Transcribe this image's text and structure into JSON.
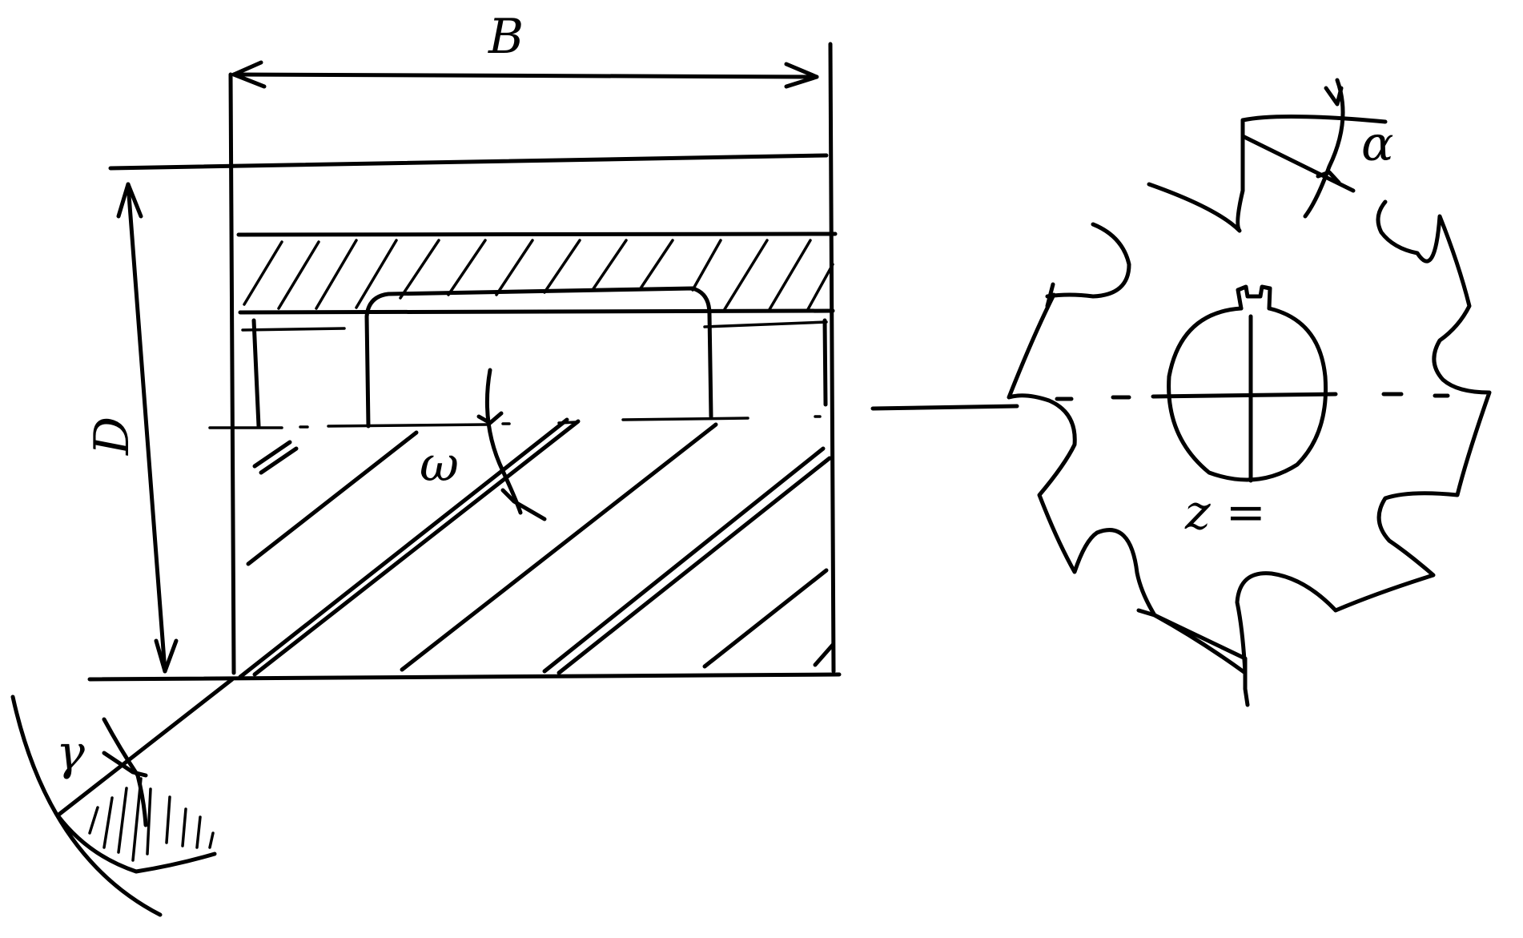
{
  "labels": {
    "width": "B",
    "diameter": "D",
    "helix_angle": "ω",
    "relief_angle": "α",
    "rake_angle": "γ",
    "teeth": "z ="
  }
}
